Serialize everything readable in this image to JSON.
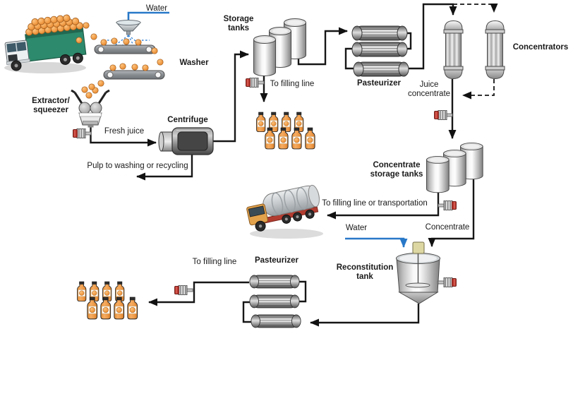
{
  "diagram": {
    "type": "process-flow",
    "subject": "Orange juice production line",
    "labels": {
      "water_top": "Water",
      "washer": "Washer",
      "extractor": "Extractor/\nsqueezer",
      "fresh_juice": "Fresh juice",
      "centrifuge": "Centrifuge",
      "pulp_line": "Pulp to washing or recycling",
      "storage_tanks": "Storage\ntanks",
      "to_filling_line_top": "To filling line",
      "pasteurizer_top": "Pasteurizer",
      "concentrators": "Concentrators",
      "juice_concentrate": "Juice\nconcentrate",
      "concentrate_storage_tanks": "Concentrate\nstorage tanks",
      "to_filling_or_transport": "To filling line or transportation",
      "water_bottom": "Water",
      "concentrate": "Concentrate",
      "reconstitution_tank": "Reconstitution\ntank",
      "to_filling_line_bottom": "To filling line",
      "pasteurizer_bottom": "Pasteurizer"
    },
    "colors": {
      "line": "#161616",
      "water_line": "#2878c8",
      "valve_red": "#b5342c",
      "orange_fruit": "#ef9440",
      "truck_bed_green": "#2d8a6c",
      "tanker_cab_orange": "#e2a24b",
      "metal_light": "#f2f2f2",
      "metal_dark": "#5a5a5a",
      "background": "#ffffff"
    },
    "equipment": [
      {
        "name": "orange-delivery-truck"
      },
      {
        "name": "washer",
        "conveyors": 2
      },
      {
        "name": "extractor-squeezer"
      },
      {
        "name": "centrifuge"
      },
      {
        "name": "storage-tanks",
        "count": 3
      },
      {
        "name": "pasteurizer-top",
        "tubes": 3
      },
      {
        "name": "concentrators",
        "count": 2
      },
      {
        "name": "concentrate-storage-tanks",
        "count": 3
      },
      {
        "name": "tanker-truck"
      },
      {
        "name": "reconstitution-tank"
      },
      {
        "name": "pasteurizer-bottom",
        "tubes": 3
      },
      {
        "name": "bottles-top",
        "count": 8
      },
      {
        "name": "bottles-bottom",
        "count": 8
      }
    ]
  }
}
